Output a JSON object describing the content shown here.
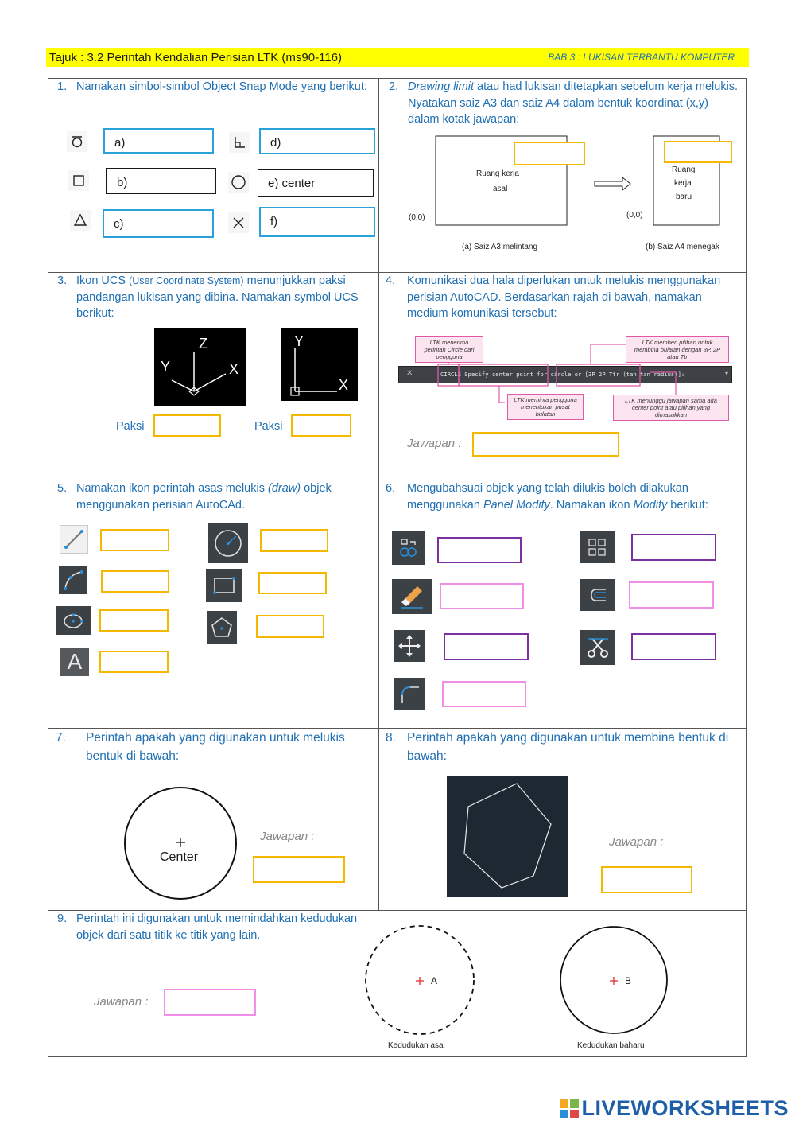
{
  "header": {
    "title": "Tajuk : 3.2 Perintah Kendalian Perisian LTK (ms90-116)",
    "chapter": "BAB 3 : LUKISAN TERBANTU KOMPUTER"
  },
  "q1": {
    "number": "1.",
    "text": "Namakan simbol-simbol Object Snap Mode yang berikut:",
    "items": [
      {
        "label": "a)",
        "icon": "endpoint-snap-icon"
      },
      {
        "label": "b)",
        "icon": "midpoint-snap-icon"
      },
      {
        "label": "c)",
        "icon": "intersection-snap-icon"
      },
      {
        "label": "d)",
        "icon": "perpendicular-snap-icon"
      },
      {
        "label": "e)   center",
        "icon": "center-snap-icon"
      },
      {
        "label": "f)",
        "icon": "apparent-intersection-snap-icon"
      }
    ]
  },
  "q2": {
    "number": "2.",
    "text_italic": "Drawing limit",
    "text": " atau had lukisan ditetapkan sebelum kerja melukis. Nyatakan saiz A3 dan saiz A4  dalam bentuk koordinat (x,y) dalam kotak jawapan:",
    "fig_a_label": "Ruang kerja",
    "fig_a_label2": "asal",
    "fig_b_label1": "Ruang",
    "fig_b_label2": "kerja",
    "fig_b_label3": "baru",
    "origin_a": "(0,0)",
    "origin_b": "(0,0)",
    "caption_a": "(a)  Saiz A3 melintang",
    "caption_b": "(b) Saiz A4 menegak"
  },
  "q3": {
    "number": "3.",
    "text_pre": "Ikon UCS ",
    "text_small": "(User Coordinate System)",
    "text_post": " menunjukkan paksi pandangan lukisan yang dibina. Namakan symbol UCS berikut:",
    "axis_label_1": "Paksi",
    "axis_label_2": "Paksi",
    "ucs3d": {
      "z": "Z",
      "y": "Y",
      "x": "X"
    },
    "ucs2d": {
      "y": "Y",
      "x": "X"
    }
  },
  "q4": {
    "number": "4.",
    "text": "Komunikasi dua hala diperlukan untuk melukis menggunakan perisian AutoCAD. Berdasarkan rajah di bawah, namakan medium komunikasi tersebut:",
    "command_text": "CIRCLE Specify center point for circle or [3P 2P Ttr (tan tan radius)]:",
    "callout_1": "LTK menerima perintah Circle dari pengguna",
    "callout_2": "LTK memberi pilihan untuk membina bulatan dengan 3P, 2P atau Ttr",
    "callout_3": "LTK meminta pengguna menentukan pusat bulatan",
    "callout_4": "LTK menunggu jawapan sama ada center point atau pilihan yang dimasukkan",
    "answer_label": "Jawapan :"
  },
  "q5": {
    "number": "5.",
    "text_pre": "Namakan ikon perintah asas melukis ",
    "text_italic": "(draw)",
    "text_post": " objek menggunakan perisian AutoCAd.",
    "icons": [
      "line-icon",
      "circle-icon",
      "arc-icon",
      "rectangle-icon",
      "ellipse-icon",
      "polygon-icon",
      "text-icon"
    ],
    "text_glyph": "A"
  },
  "q6": {
    "number": "6.",
    "text_pre": "Mengubahsuai objek yang telah dilukis boleh dilakukan menggunakan ",
    "text_italic": "Panel Modify",
    "text_mid": ". Namakan ikon ",
    "text_italic2": "Modify",
    "text_post": " berikut:",
    "icons": [
      "copy-icon",
      "array-icon",
      "erase-icon",
      "offset-icon",
      "move-icon",
      "trim-icon",
      "fillet-icon"
    ]
  },
  "q7": {
    "number": "7.",
    "text": "Perintah apakah yang digunakan untuk melukis bentuk di bawah:",
    "center_label": "Center",
    "answer_label": "Jawapan :"
  },
  "q8": {
    "number": "8.",
    "text": "Perintah apakah yang digunakan untuk membina bentuk di bawah:",
    "answer_label": "Jawapan :"
  },
  "q9": {
    "number": "9.",
    "text": "Perintah ini digunakan untuk memindahkan kedudukan objek dari satu titik ke titik yang lain.",
    "answer_label": "Jawapan :",
    "point_a": "A",
    "point_b": "B",
    "caption_a": "Kedudukan asal",
    "caption_b": "Kedudukan baharu"
  },
  "footer": {
    "brand": "LIVEWORKSHEETS"
  },
  "colors": {
    "header_bg": "#ffff00",
    "question_text": "#1f6fb2",
    "answer_yellow": "#f5b800",
    "answer_purple": "#7b2fa0",
    "answer_pink": "#f08ee8",
    "answer_blue": "#2aa1d8"
  }
}
